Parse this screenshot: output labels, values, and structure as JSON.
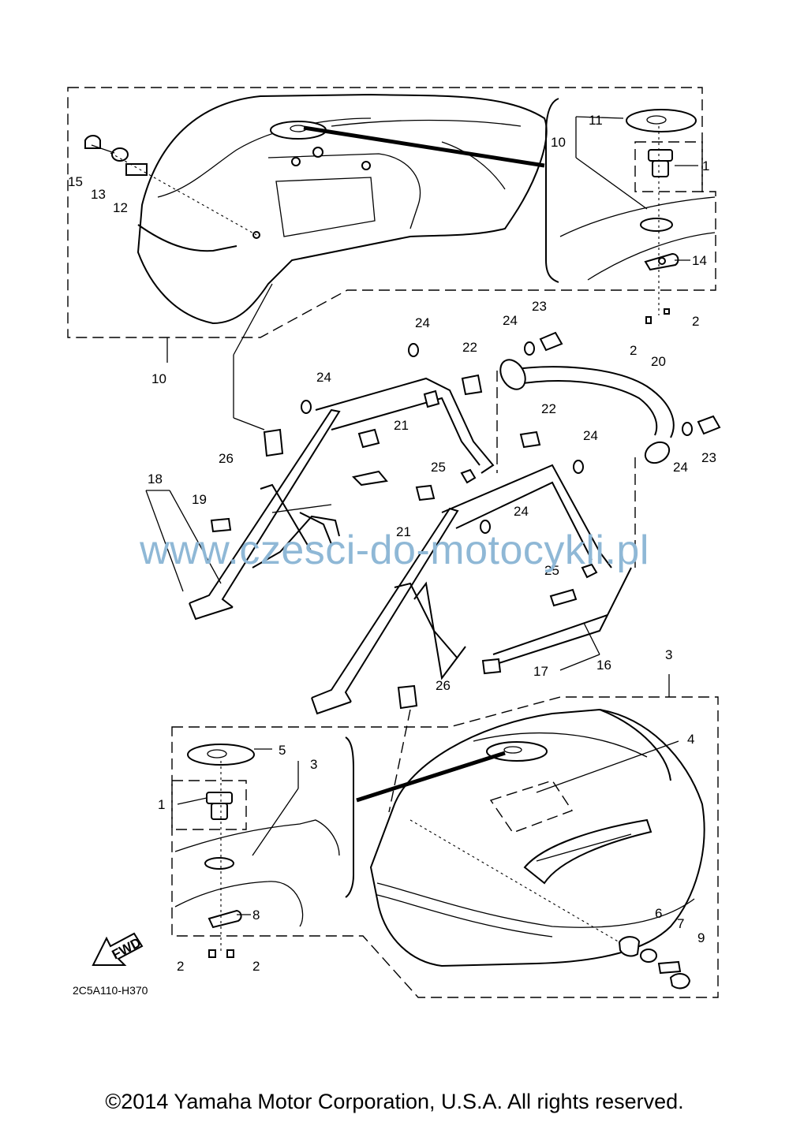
{
  "watermark": "www.czesci-do-motocykli.pl",
  "copyright": "©2014 Yamaha Motor Corporation, U.S.A. All rights reserved.",
  "drawing_code": "2C5A110-H370",
  "fwd_label": "FWD",
  "callouts": [
    "1",
    "2",
    "3",
    "4",
    "5",
    "6",
    "7",
    "8",
    "9",
    "10",
    "11",
    "12",
    "13",
    "14",
    "15",
    "16",
    "17",
    "18",
    "19",
    "20",
    "21",
    "22",
    "23",
    "24",
    "25",
    "26"
  ]
}
